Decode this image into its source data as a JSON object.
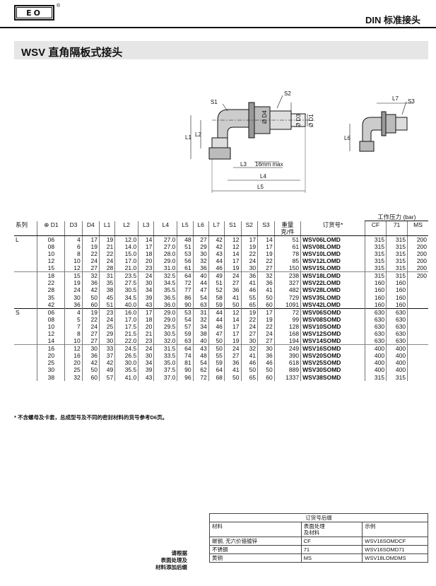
{
  "header": {
    "logo_text": "EO",
    "registered": "®",
    "section_title": "DIN 标准接头"
  },
  "page": {
    "title": "WSV 直角隔板式接头"
  },
  "diagram": {
    "labels": {
      "s1": "S1",
      "s2": "S2",
      "s3": "S3",
      "d1": "Ø D1",
      "d3": "Ø D3",
      "d4": "Ø D4",
      "l1": "L1",
      "l2": "L2",
      "l3": "L3",
      "l4": "L4",
      "l5": "L5",
      "l6": "L6",
      "l7": "L7",
      "max16": "16mm max"
    }
  },
  "table": {
    "head": {
      "pressure_title": "工作压力 (bar)",
      "series": "系列",
      "d1": "D1",
      "d3": "D3",
      "d4": "D4",
      "l1": "L1",
      "l2": "L2",
      "l3": "L3",
      "l4": "L4",
      "l5": "L5",
      "l6": "L6",
      "l7": "L7",
      "s1": "S1",
      "s2": "S2",
      "s3": "S3",
      "weight": "重量\n克/件",
      "order": "订货号*",
      "cf": "CF",
      "p71": "71",
      "ms": "MS"
    },
    "groups": [
      {
        "series": "L",
        "blocks": [
          [
            [
              "06",
              "4",
              "17",
              "19",
              "12.0",
              "14",
              "27.0",
              "48",
              "27",
              "42",
              "12",
              "17",
              "14",
              "51",
              "WSV06LOMD",
              "315",
              "315",
              "200"
            ],
            [
              "08",
              "6",
              "19",
              "21",
              "14.0",
              "17",
              "27.0",
              "51",
              "29",
              "42",
              "12",
              "19",
              "17",
              "61",
              "WSV08LOMD",
              "315",
              "315",
              "200"
            ],
            [
              "10",
              "8",
              "22",
              "22",
              "15.0",
              "18",
              "28.0",
              "53",
              "30",
              "43",
              "14",
              "22",
              "19",
              "78",
              "WSV10LOMD",
              "315",
              "315",
              "200"
            ],
            [
              "12",
              "10",
              "24",
              "24",
              "17.0",
              "20",
              "29.0",
              "56",
              "32",
              "44",
              "17",
              "24",
              "22",
              "85",
              "WSV12LOMD",
              "315",
              "315",
              "200"
            ],
            [
              "15",
              "12",
              "27",
              "28",
              "21.0",
              "23",
              "31.0",
              "61",
              "36",
              "46",
              "19",
              "30",
              "27",
              "150",
              "WSV15LOMD",
              "315",
              "315",
              "200"
            ]
          ],
          [
            [
              "18",
              "15",
              "32",
              "31",
              "23.5",
              "24",
              "32.5",
              "64",
              "40",
              "49",
              "24",
              "36",
              "32",
              "238",
              "WSV18LOMD",
              "315",
              "315",
              "200"
            ],
            [
              "22",
              "19",
              "36",
              "35",
              "27.5",
              "30",
              "34.5",
              "72",
              "44",
              "51",
              "27",
              "41",
              "36",
              "327",
              "WSV22LOMD",
              "160",
              "160",
              ""
            ],
            [
              "28",
              "24",
              "42",
              "38",
              "30.5",
              "34",
              "35.5",
              "77",
              "47",
              "52",
              "36",
              "46",
              "41",
              "482",
              "WSV28LOMD",
              "160",
              "160",
              ""
            ],
            [
              "35",
              "30",
              "50",
              "45",
              "34.5",
              "39",
              "36.5",
              "86",
              "54",
              "58",
              "41",
              "55",
              "50",
              "729",
              "WSV35LOMD",
              "160",
              "160",
              ""
            ],
            [
              "42",
              "36",
              "60",
              "51",
              "40.0",
              "43",
              "36.0",
              "90",
              "63",
              "59",
              "50",
              "65",
              "60",
              "1091",
              "WSV42LOMD",
              "160",
              "160",
              ""
            ]
          ]
        ]
      },
      {
        "series": "S",
        "blocks": [
          [
            [
              "06",
              "4",
              "19",
              "23",
              "16.0",
              "17",
              "29.0",
              "53",
              "31",
              "44",
              "12",
              "19",
              "17",
              "72",
              "WSV06SOMD",
              "630",
              "630",
              ""
            ],
            [
              "08",
              "5",
              "22",
              "24",
              "17.0",
              "18",
              "29.0",
              "54",
              "32",
              "44",
              "14",
              "22",
              "19",
              "99",
              "WSV08SOMD",
              "630",
              "630",
              ""
            ],
            [
              "10",
              "7",
              "24",
              "25",
              "17.5",
              "20",
              "29.5",
              "57",
              "34",
              "46",
              "17",
              "24",
              "22",
              "128",
              "WSV10SOMD",
              "630",
              "630",
              ""
            ],
            [
              "12",
              "8",
              "27",
              "29",
              "21.5",
              "21",
              "30.5",
              "59",
              "38",
              "47",
              "17",
              "27",
              "24",
              "168",
              "WSV12SOMD",
              "630",
              "630",
              ""
            ],
            [
              "14",
              "10",
              "27",
              "30",
              "22.0",
              "23",
              "32.0",
              "63",
              "40",
              "50",
              "19",
              "30",
              "27",
              "194",
              "WSV14SOMD",
              "630",
              "630",
              ""
            ]
          ],
          [
            [
              "16",
              "12",
              "30",
              "33",
              "24.5",
              "24",
              "31.5",
              "64",
              "43",
              "50",
              "24",
              "32",
              "30",
              "249",
              "WSV16SOMD",
              "400",
              "400",
              ""
            ],
            [
              "20",
              "16",
              "36",
              "37",
              "26.5",
              "30",
              "33.5",
              "74",
              "48",
              "55",
              "27",
              "41",
              "36",
              "390",
              "WSV20SOMD",
              "400",
              "400",
              ""
            ],
            [
              "25",
              "20",
              "42",
              "42",
              "30.0",
              "34",
              "35.0",
              "81",
              "54",
              "59",
              "36",
              "46",
              "46",
              "618",
              "WSV25SOMD",
              "400",
              "400",
              ""
            ],
            [
              "30",
              "25",
              "50",
              "49",
              "35.5",
              "39",
              "37.5",
              "90",
              "62",
              "64",
              "41",
              "50",
              "50",
              "889",
              "WSV30SOMD",
              "400",
              "400",
              ""
            ],
            [
              "38",
              "32",
              "60",
              "57",
              "41.0",
              "43",
              "37.0",
              "96",
              "72",
              "68",
              "50",
              "65",
              "60",
              "1337",
              "WSV38SOMD",
              "315",
              "315",
              ""
            ]
          ]
        ]
      }
    ]
  },
  "footnote": "* 不含螺母及卡套，总成型号及不同的密封材料的货号参考D6页。",
  "suffix_table": {
    "title": "订货号后缀",
    "head": [
      "材料",
      "表面处理\n及材料",
      "示例"
    ],
    "rows": [
      [
        "碳钢, 无六价铬镀锌",
        "CF",
        "WSV16SOMDCF"
      ],
      [
        "不锈钢",
        "71",
        "WSV16SOMD71"
      ],
      [
        "黄铜",
        "MS",
        "WSV18LOMDMS"
      ]
    ]
  },
  "side_note": "请根据\n表面处理及\n材料添加后缀"
}
